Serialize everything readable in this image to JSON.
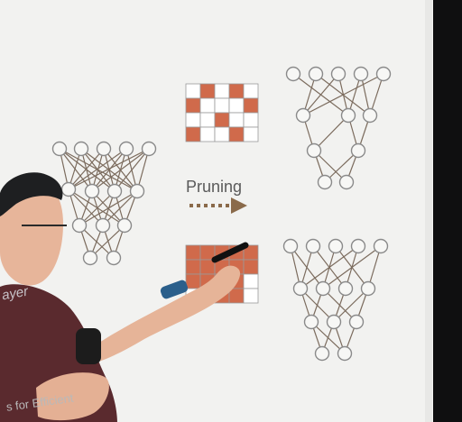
{
  "slide": {
    "pruning_label": "Pruning",
    "side_text": "ayer",
    "footer_text": "s for Efficient"
  },
  "colors": {
    "background": "#f2f2f0",
    "node_stroke": "#8a8a8a",
    "edge": "#7b6b5d",
    "grid_fill": "#d06a4b",
    "arrow": "#8a6a4a",
    "monitor_edge": "#1a1a1a"
  }
}
